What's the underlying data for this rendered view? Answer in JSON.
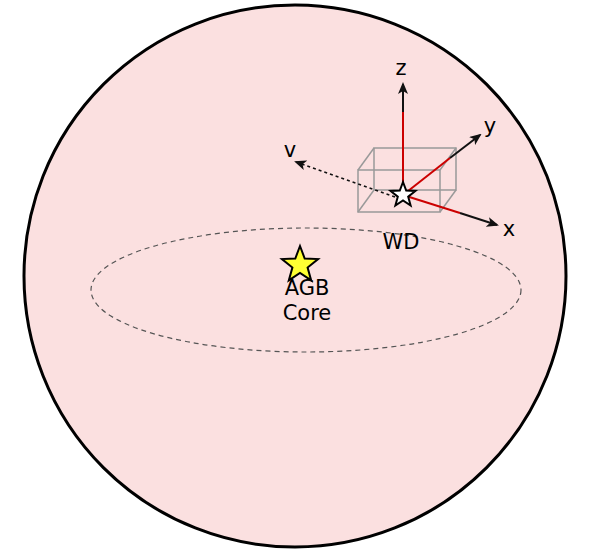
{
  "diagram": {
    "labels": [
      "z",
      "y",
      "x",
      "v",
      "WD",
      "AGB Core"
    ]
  }
}
